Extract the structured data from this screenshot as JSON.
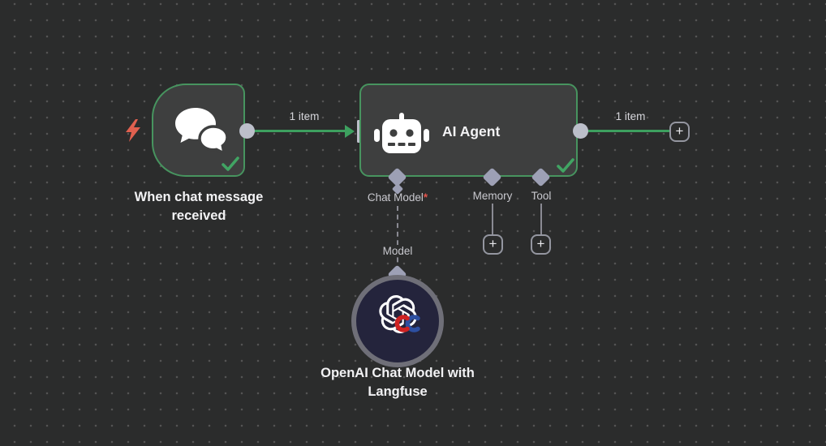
{
  "canvas": {
    "background": "#2b2c2c",
    "dot_color": "#545454"
  },
  "colors": {
    "node_fill": "#3e3f3f",
    "node_border": "#47945f",
    "connection": "#3da05f",
    "check": "#41a463",
    "connector": "#bcbfca",
    "diamond": "#9da0b5",
    "label": "#c8c8ce",
    "title": "#f2f2f4",
    "asterisk": "#e0524a",
    "lightning": "#e0604f",
    "model_fill": "#24243c",
    "model_ring": "#6f6f78",
    "line_gray": "#8a8a93",
    "plus_border": "#9496a0"
  },
  "icons": {
    "trigger": "chat-bubbles-icon",
    "trigger_indicator": "lightning-icon",
    "agent": "robot-icon",
    "model": "openai-logo-icon",
    "model_badge": "langfuse-icon",
    "status": "check-icon",
    "add": "plus-icon"
  },
  "nodes": {
    "trigger": {
      "title": "When chat message received"
    },
    "agent": {
      "title": "AI Agent",
      "ports": {
        "chat_model": {
          "label": "Chat Model",
          "required_marker": "*"
        },
        "memory": {
          "label": "Memory"
        },
        "tool": {
          "label": "Tool"
        }
      }
    },
    "model": {
      "title": "OpenAI Chat Model with Langfuse",
      "port_label": "Model"
    }
  },
  "connections": {
    "trigger_to_agent": {
      "label": "1 item"
    },
    "agent_output": {
      "label": "1 item"
    }
  },
  "buttons": {
    "add_memory": "+",
    "add_tool": "+",
    "add_next": "+"
  }
}
